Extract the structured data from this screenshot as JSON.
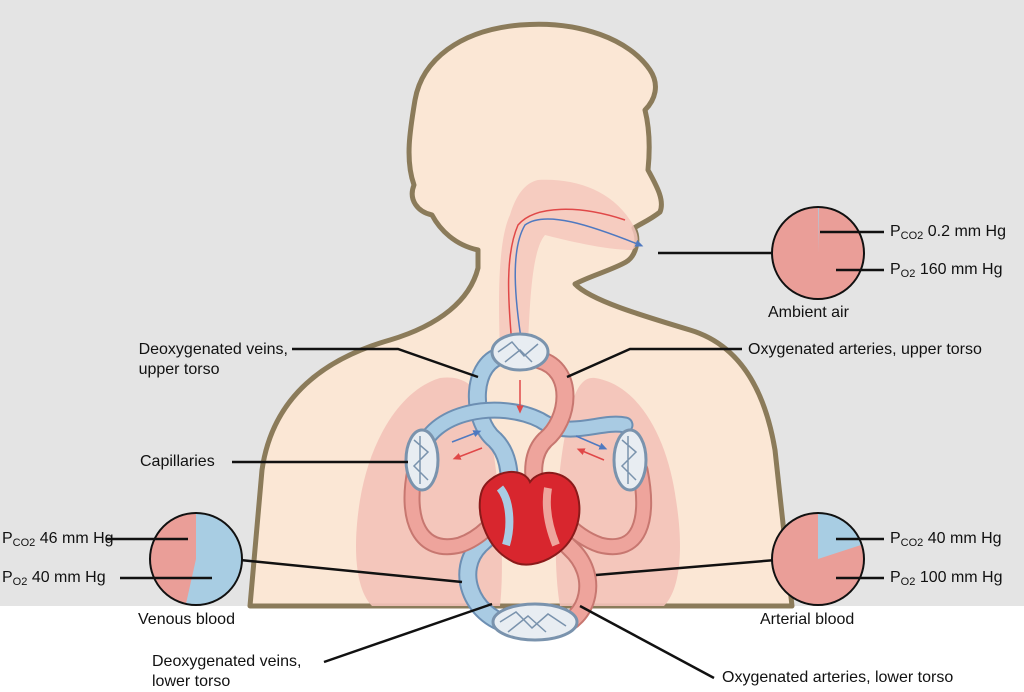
{
  "labels": {
    "deoxy_upper_1": "Deoxygenated veins,",
    "deoxy_upper_2": "upper torso",
    "oxy_upper": "Oxygenated arteries, upper torso",
    "capillaries": "Capillaries",
    "deoxy_lower_1": "Deoxygenated veins,",
    "deoxy_lower_2": "lower torso",
    "oxy_lower": "Oxygenated arteries, lower torso"
  },
  "gauges": {
    "ambient": {
      "title": "Ambient air",
      "pco2_sym": "P",
      "pco2_sub": "CO2",
      "pco2_val": "0.2 mm Hg",
      "po2_sym": "P",
      "po2_sub": "O2",
      "po2_val": "160 mm Hg",
      "co2_fraction": 0.003
    },
    "venous": {
      "title": "Venous blood",
      "pco2_sym": "P",
      "pco2_sub": "CO2",
      "pco2_val": "46 mm Hg",
      "po2_sym": "P",
      "po2_sub": "O2",
      "po2_val": "40 mm Hg",
      "co2_fraction": 0.535
    },
    "arterial": {
      "title": "Arterial blood",
      "pco2_sym": "P",
      "pco2_sub": "CO2",
      "pco2_val": "40 mm Hg",
      "po2_sym": "P",
      "po2_sub": "O2",
      "po2_val": "100 mm Hg",
      "co2_fraction": 0.2
    }
  },
  "colors": {
    "background": "#e4e4e4",
    "body_fill": "#fbe7d5",
    "body_outline": "#8b7b5a",
    "o2_red": "#e85a5a",
    "vessel_red": "#eea49c",
    "vessel_blue": "#a9cbe3",
    "co2_blue": "#5a86c8",
    "lung_fill": "#f3c2b8",
    "heart": "#d8262e",
    "pie_red": "#ea9e98",
    "pie_blue": "#a8cde3"
  }
}
